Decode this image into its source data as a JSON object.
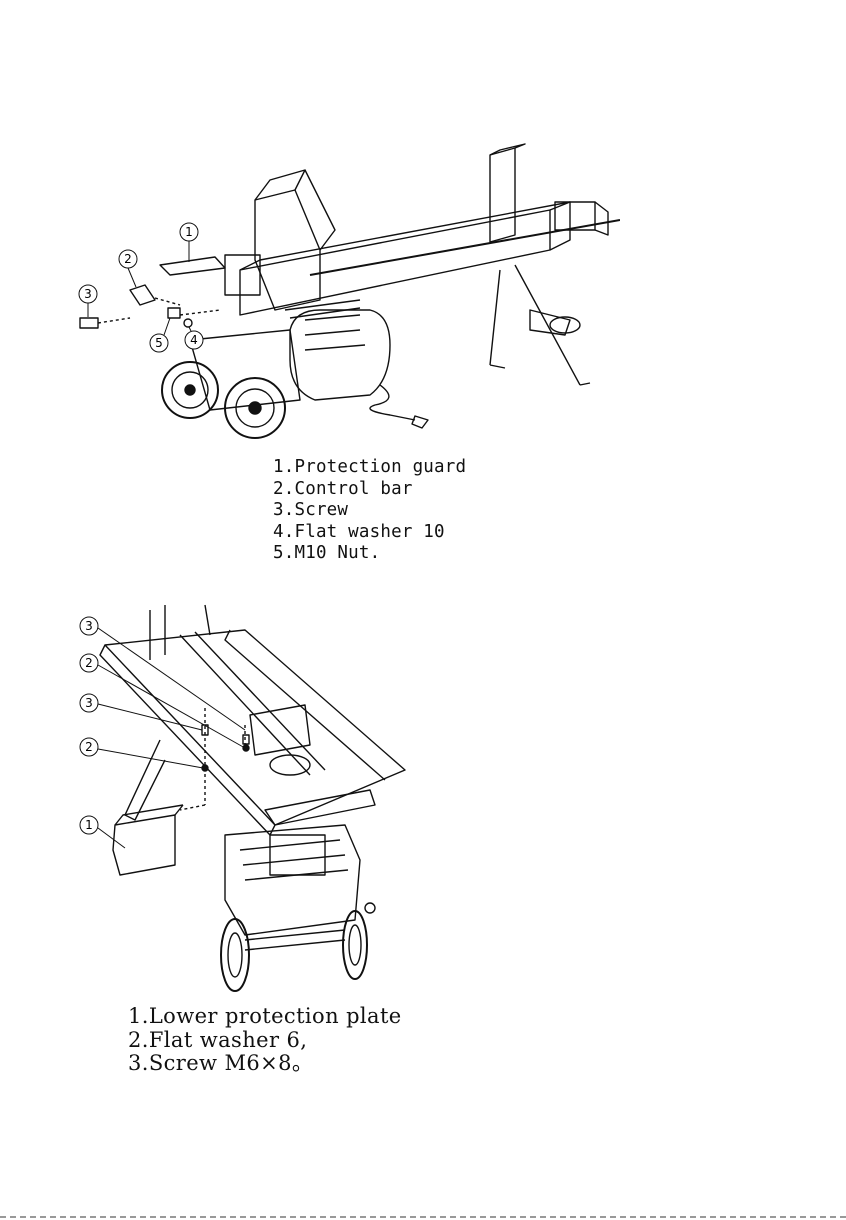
{
  "figure1": {
    "legend": [
      "1.Protection guard",
      "2.Control bar",
      "3.Screw",
      "4.Flat washer 10",
      "5.M10 Nut."
    ],
    "callouts": [
      "1",
      "2",
      "3",
      "4",
      "5"
    ]
  },
  "figure2": {
    "legend": [
      "1.Lower protection plate",
      "2.Flat washer 6,",
      "3.Screw M6×8。"
    ],
    "callouts": [
      "3",
      "2",
      "3",
      "2",
      "1"
    ]
  }
}
